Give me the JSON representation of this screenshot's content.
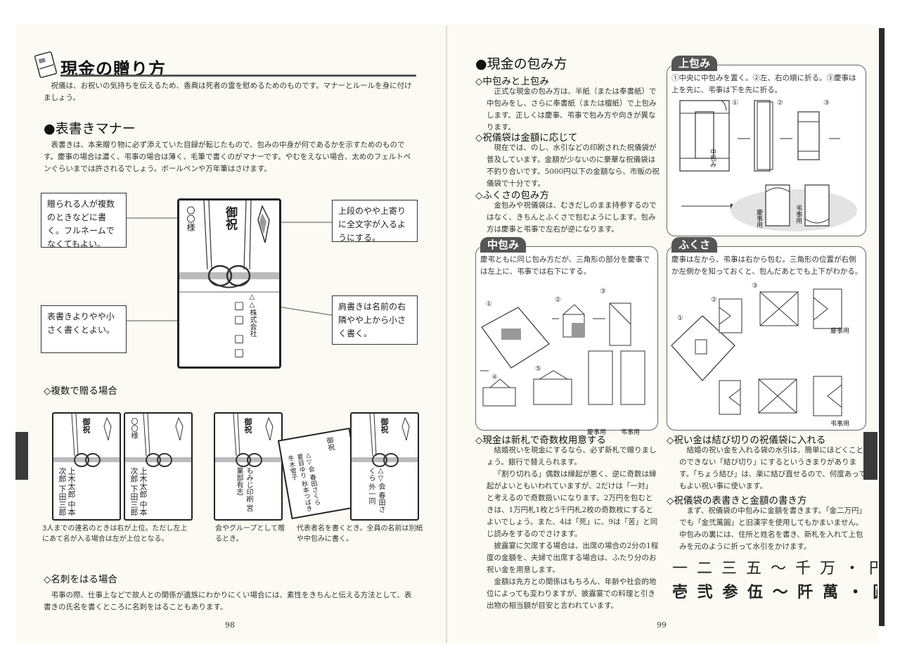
{
  "left": {
    "title": "現金の贈り方",
    "intro": "祝儀は、お祝いの気持ちを伝えるため、香典は死者の霊を慰めるためのものです。マナーとルールを身に付けましょう。",
    "section1": {
      "heading": "●表書きマナー",
      "body": "表書きは、本来贈り物に必ず添えていた目録が転じたもので、包みの中身が何であるかを示すためのものです。慶事の場合は濃く、弔事の場合は薄く、毛筆で書くのがマナーです。やむをえない場合、太めのフェルトペンぐらいまでは許されるでしょう。ボールペンや万年筆はさけます。"
    },
    "callouts": {
      "top_left": "贈られる人が複数のときなどに書く。フルネームでなくてもよい。",
      "top_right": "上段のやや上寄りに全文字が入るようにする。",
      "bottom_left": "表書きよりやや小さく書くとよい。",
      "bottom_right": "肩書きは名前の右隣やや上から小さく書く。"
    },
    "envelope": {
      "title_text": "御祝",
      "recipient": "〇〇様",
      "company": "△△株式会社",
      "name_boxes": "□□ □□"
    },
    "section2": {
      "heading": "◇複数で贈る場合",
      "captions": [
        "3人までの連名のときは右が上位。ただし左上にあて名が入る場合は左が上位となる。",
        "会やグループとして贈るとき。",
        "代表者名を書くとき。全員の名前は別紙や中包みに書く。"
      ],
      "env_names": {
        "e1": "上木太郎 中本次郎 下田三郎",
        "e2": "〇〇様",
        "e2_names": "上木太郎 中本次郎 下田三郎",
        "e3": "もみじ印刷 営業部有志",
        "e4": "△▽会 春田さくら 夏目ゆり 秋本つばき 冬木雪子",
        "e5": "△▽会 春田さくら 外一同"
      }
    },
    "section3": {
      "heading": "◇名刺をはる場合",
      "body": "弔事の際、仕事上などで故人との関係が遺族にわかりにくい場合には、素性をきちんと伝える方法として、表書きの氏名を書くところに名刺をはることもあります。"
    },
    "page_number": "98"
  },
  "right": {
    "title": "●現金の包み方",
    "sub1": {
      "heading": "◇中包みと上包み",
      "body": "正式な現金の包み方は、半紙（または奉書紙）で中包みをし、さらに奉書紙（または檀紙）で上包みします。正しくは慶事、弔事で包み方や向きが異なります。"
    },
    "sub2": {
      "heading": "◇祝儀袋は金額に応じて",
      "body": "現在では、のし、水引などの印刷された祝儀袋が普及しています。金額が少ないのに豪華な祝儀袋は不釣り合いです。5000円以下の金額なら、市販の祝儀袋で十分です。"
    },
    "sub3": {
      "heading": "◇ふくさの包み方",
      "body": "金包みや祝儀袋は、むきだしのまま持参するのではなく、きちんとふくさで包むようにします。包み方は慶事と弔事で左右が逆になります。"
    },
    "panel_uwa": {
      "tag": "上包み",
      "text": "①中央に中包みを置く。②左、右の順に折る。③慶事は上を先に、弔事は下を先に折る。",
      "steps": [
        "①",
        "②",
        "③"
      ],
      "inner_label": "中包み",
      "keiji": "慶事用",
      "choji": "弔事用"
    },
    "panel_naka": {
      "tag": "中包み",
      "text": "慶弔ともに同じ包み方だが、三角形の部分を慶事では左上に、弔事では右下にする。",
      "steps": [
        "①",
        "②",
        "③",
        "④",
        "⑤"
      ],
      "keiji": "慶事用",
      "choji": "弔事用"
    },
    "panel_fukusa": {
      "tag": "ふくさ",
      "text": "慶事は左から、弔事は右から包む。三角形の位置が右側か左側かを知っておくと、包んだあとでも上下がわかる。",
      "steps": [
        "①",
        "②",
        "③"
      ],
      "keiji": "慶事用",
      "choji": "弔事用"
    },
    "sub4": {
      "heading": "◇現金は新札で奇数枚用意する",
      "paras": [
        "結婚祝いを現金にするなら、必ず新札で贈りましょう。銀行で替えられます。",
        "「割り切れる」偶数は縁起が悪く、逆に奇数は縁起がよいともいわれていますが、2だけは「一対」と考えるので奇数扱いになります。2万円を包むときは、1万円札1枚と5千円札2枚の奇数枚にするとよいでしょう。また、4は「死」に、9は「苦」と同じ読みをするのでさけます。",
        "披露宴に欠席する場合は、出席の場合の2分の1程度の金額を、夫婦で出席する場合は、ふたり分のお祝い金を用意します。",
        "金額は先方との関係はもちろん、年齢や社会的地位によっても変わりますが、披露宴での料理と引き出物の相当額が目安と言われています。"
      ]
    },
    "sub5": {
      "heading": "◇祝い金は結び切りの祝儀袋に入れる",
      "body": "結婚の祝い金を入れる袋の水引は、簡単にほどくことのできない「結び切り」にするというきまりがあります。「ちょう結び」は、楽に結び直せるので、何度あってもよい祝い事に使います。"
    },
    "sub6": {
      "heading": "◇祝儀袋の表書きと金額の書き方",
      "body": "まず、祝儀袋の中包みに金額を書きます。「金二万円」でも「金弐萬圓」と旧漢字を使用してもかまいません。中包みの裏には、住所と姓名を書き、新札を入れて上包みを元のように折って水引をかけます。",
      "numerals_modern": "一 二 三 五 ～ 千 万 ・ 円",
      "numerals_old": "壱 弐 参 伍 ～ 阡 萬 ・ 圓"
    },
    "page_number": "99"
  }
}
